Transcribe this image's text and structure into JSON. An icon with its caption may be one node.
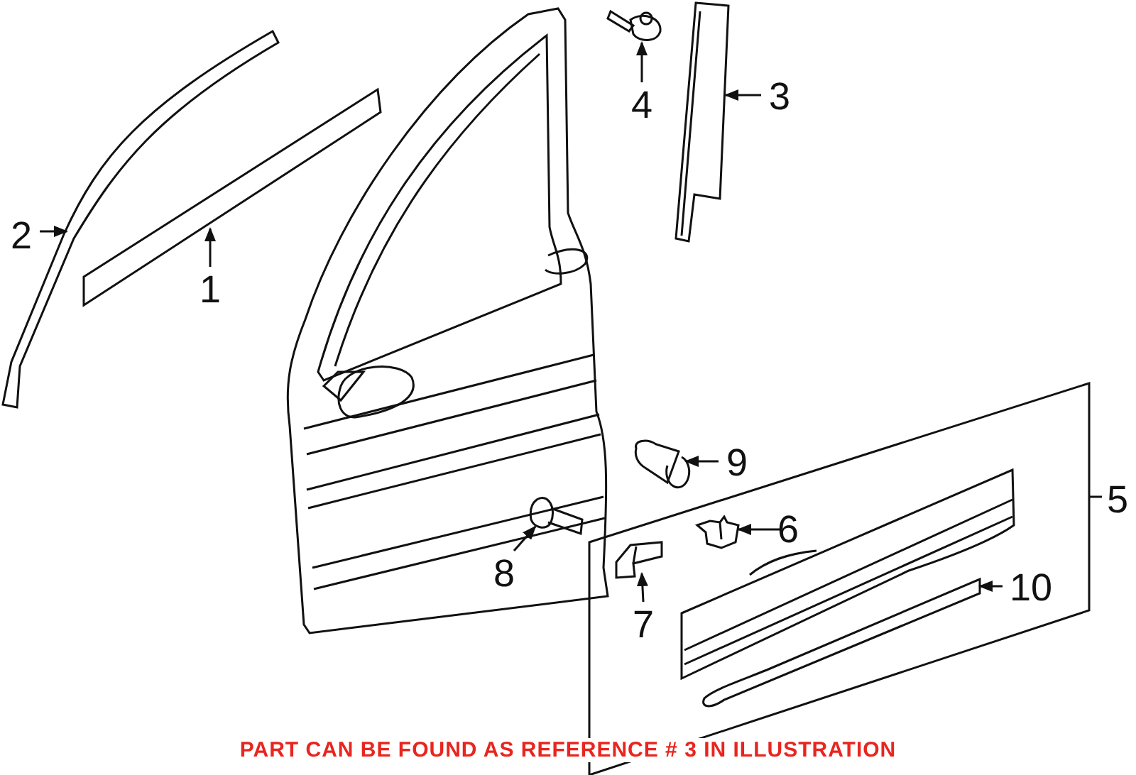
{
  "diagram": {
    "caption": "PART CAN BE FOUND AS REFERENCE # 3 IN ILLUSTRATION",
    "nodes": [
      {
        "text": [
          "2"
        ]
      },
      {
        "text": [],
        "shape": "picture"
      },
      {
        "text": [
          "1"
        ]
      },
      {
        "text": [],
        "shape": "picture"
      },
      {
        "text": [
          "4"
        ]
      },
      {
        "text": [],
        "shape": "picture"
      },
      {
        "text": [
          "3"
        ]
      },
      {
        "text": [],
        "shape": "picture"
      },
      {
        "text": [
          "9"
        ]
      },
      {
        "text": [],
        "shape": "picture"
      },
      {
        "text": [
          "5"
        ]
      },
      {
        "text": [],
        "shape": "box"
      },
      {
        "text": [],
        "shape": "picture",
        "in": 11
      },
      {
        "text": [
          "6"
        ],
        "in": 11
      },
      {
        "text": [
          "8"
        ]
      },
      {
        "text": [],
        "shape": "picture"
      },
      {
        "text": [],
        "shape": "picture",
        "in": 11
      },
      {
        "text": [
          "7"
        ],
        "in": 11
      },
      {
        "text": [],
        "shape": "picture",
        "in": 11
      },
      {
        "text": [
          "10"
        ],
        "in": 11
      }
    ],
    "edges": [
      {
        "from": 0,
        "to": 1,
        "arrow": "to"
      },
      {
        "from": 2,
        "to": 3,
        "arrow": "to"
      },
      {
        "from": 4,
        "to": 5,
        "arrow": "to"
      },
      {
        "from": 6,
        "to": 7,
        "arrow": "to"
      },
      {
        "from": 8,
        "to": 9,
        "arrow": "to"
      },
      {
        "from": 10,
        "to": 11,
        "arrow": "none"
      },
      {
        "from": 13,
        "to": 12,
        "arrow": "to"
      },
      {
        "from": 14,
        "to": 15,
        "arrow": "to"
      },
      {
        "from": 17,
        "to": 16,
        "arrow": "to"
      },
      {
        "from": 19,
        "to": 18,
        "arrow": "to"
      }
    ]
  }
}
